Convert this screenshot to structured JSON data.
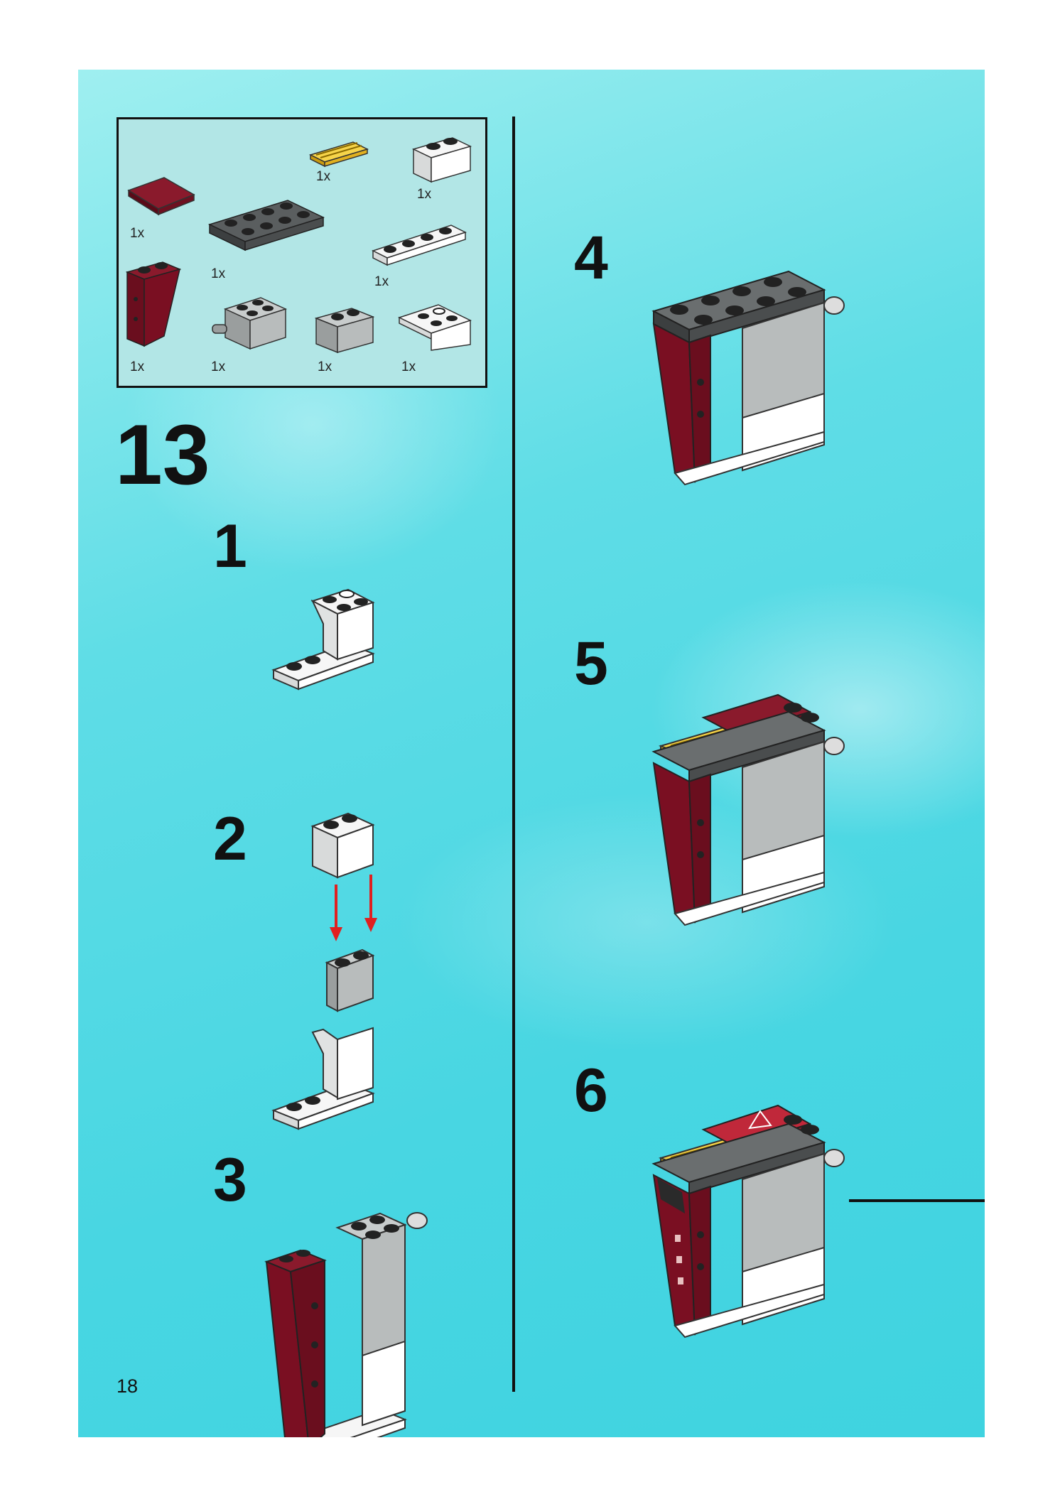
{
  "page_number": "18",
  "main_step": "13",
  "parts": [
    {
      "name": "yellow-grille-tile",
      "qty": "1x",
      "color": "#f0c020"
    },
    {
      "name": "white-brick-1x2",
      "qty": "1x",
      "color": "#ffffff"
    },
    {
      "name": "dark-red-tile-2x2",
      "qty": "1x",
      "color": "#7a0f22"
    },
    {
      "name": "dark-gray-plate-2x4",
      "qty": "1x",
      "color": "#4a4d4e"
    },
    {
      "name": "white-plate-1x4",
      "qty": "1x",
      "color": "#ffffff"
    },
    {
      "name": "dark-red-slope-brick",
      "qty": "1x",
      "color": "#7a0f22"
    },
    {
      "name": "gray-brick-with-pin",
      "qty": "1x",
      "color": "#b8bcbc"
    },
    {
      "name": "gray-brick-1x2",
      "qty": "1x",
      "color": "#b8bcbc"
    },
    {
      "name": "white-bracket-plate",
      "qty": "1x",
      "color": "#ffffff"
    }
  ],
  "substeps": [
    "1",
    "2",
    "3",
    "4",
    "5",
    "6"
  ],
  "colors": {
    "background": "#48d6e2",
    "dark_red": "#7a0f22",
    "arrow": "#e02020",
    "yellow": "#f0c020"
  }
}
